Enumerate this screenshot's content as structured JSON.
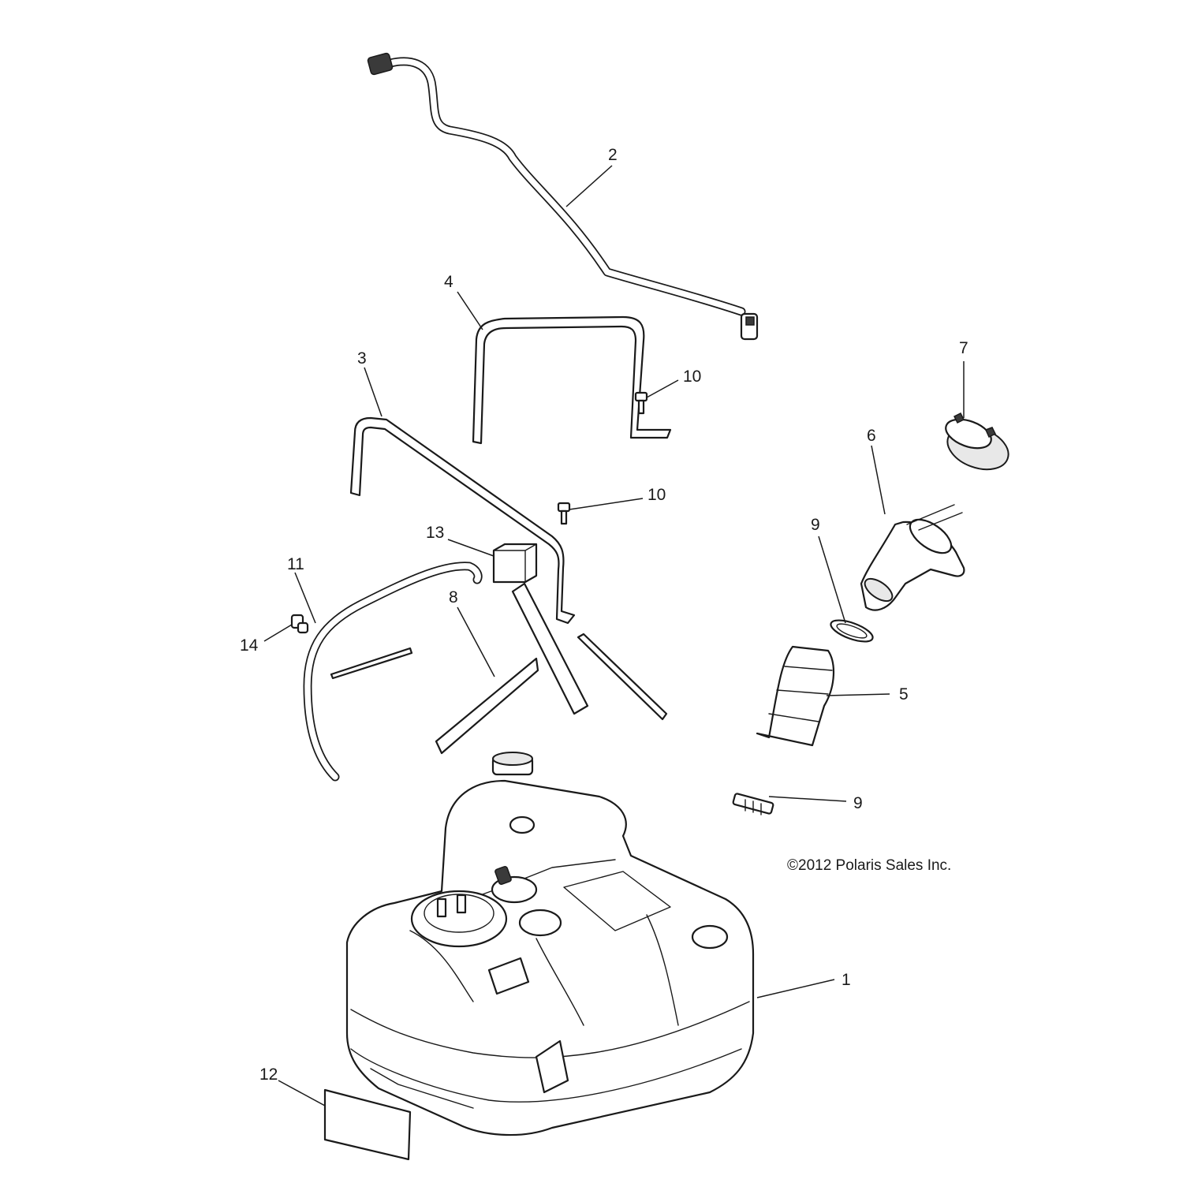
{
  "callouts": {
    "c1": "1",
    "c2": "2",
    "c3": "3",
    "c4": "4",
    "c5": "5",
    "c6": "6",
    "c7": "7",
    "c8": "8",
    "c9a": "9",
    "c9b": "9",
    "c10a": "10",
    "c10b": "10",
    "c11": "11",
    "c12": "12",
    "c13": "13",
    "c14": "14"
  },
  "copyright": "©2012 Polaris Sales Inc."
}
